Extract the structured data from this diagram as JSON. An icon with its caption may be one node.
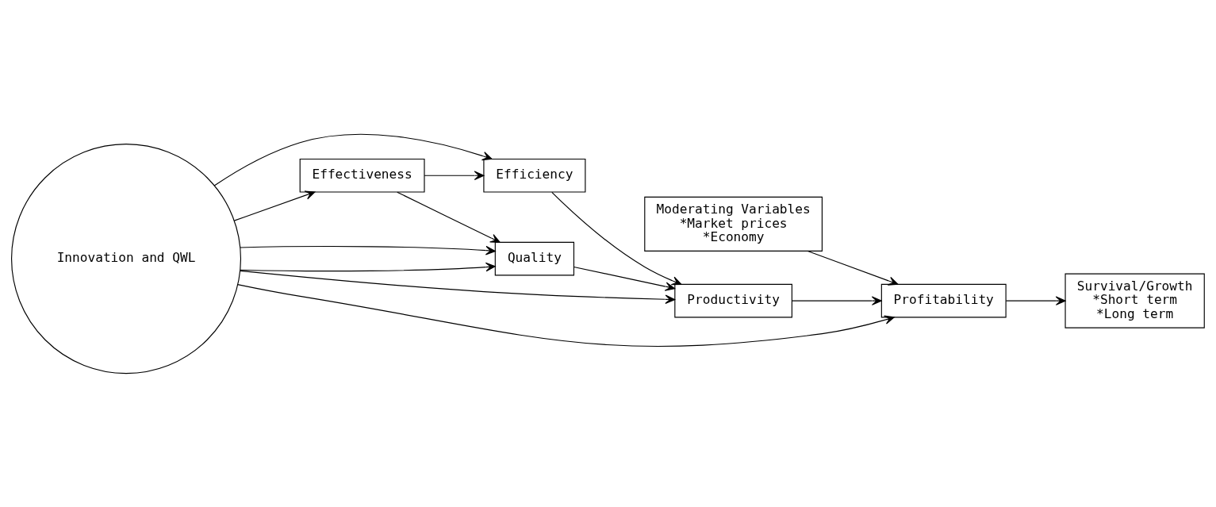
{
  "diagram": {
    "nodes": [
      {
        "text": [
          "Effectiveness"
        ]
      },
      {
        "text": [
          "Efficiency"
        ]
      },
      {
        "text": [
          "Quality"
        ]
      },
      {
        "text": [
          "Productivity"
        ]
      },
      {
        "text": [
          "Moderating Variables",
          "*Market prices",
          "*Economy"
        ]
      },
      {
        "text": [
          "Profitability"
        ]
      },
      {
        "text": [
          "Survival/Growth",
          "*Short term",
          "*Long term"
        ]
      },
      {
        "text": [
          "Innovation and QWL"
        ]
      }
    ],
    "edges": [
      {
        "from": 7,
        "to": 0,
        "arrow": "to"
      },
      {
        "from": 0,
        "to": 1,
        "arrow": "to"
      },
      {
        "from": 0,
        "to": 2,
        "arrow": "to"
      },
      {
        "from": 7,
        "to": 1,
        "arrow": "to"
      },
      {
        "from": 7,
        "to": 2,
        "arrow": "to"
      },
      {
        "from": 7,
        "to": 2,
        "arrow": "to"
      },
      {
        "from": 1,
        "to": 3,
        "arrow": "to"
      },
      {
        "from": 2,
        "to": 3,
        "arrow": "to"
      },
      {
        "from": 7,
        "to": 3,
        "arrow": "to"
      },
      {
        "from": 3,
        "to": 5,
        "arrow": "to"
      },
      {
        "from": 4,
        "to": 5,
        "arrow": "to"
      },
      {
        "from": 7,
        "to": 5,
        "arrow": "to"
      },
      {
        "from": 5,
        "to": 6,
        "arrow": "to"
      }
    ]
  }
}
